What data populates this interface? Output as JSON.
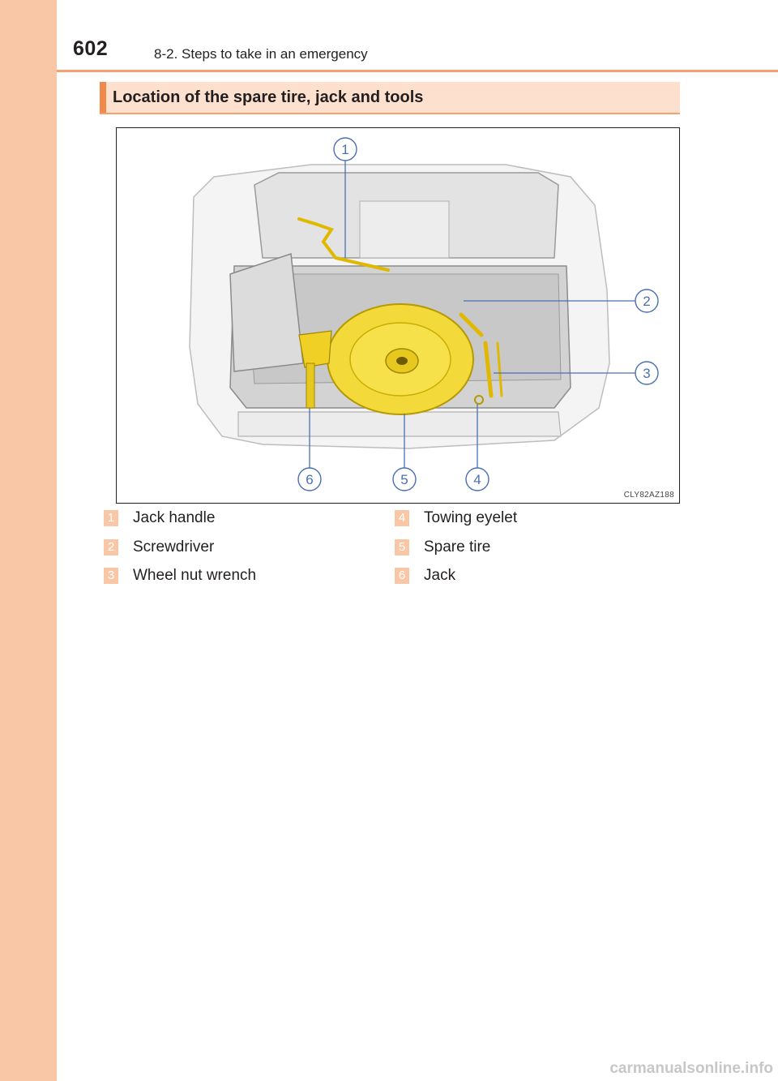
{
  "header": {
    "page_number": "602",
    "title": "8-2. Steps to take in an emergency"
  },
  "section": {
    "heading": "Location of the spare tire, jack and tools"
  },
  "figure": {
    "code": "CLY82AZ188",
    "callouts": [
      "1",
      "2",
      "3",
      "4",
      "5",
      "6"
    ],
    "colors": {
      "tool_yellow": "#f4dc2c",
      "tire_yellow": "#f7e14a",
      "trunk_gray": "#d9d9d9",
      "callout_line": "#4a6fb3"
    }
  },
  "legend": {
    "items": [
      {
        "num": "1",
        "label": "Jack handle"
      },
      {
        "num": "2",
        "label": "Screwdriver"
      },
      {
        "num": "3",
        "label": "Wheel nut wrench"
      },
      {
        "num": "4",
        "label": "Towing eyelet"
      },
      {
        "num": "5",
        "label": "Spare tire"
      },
      {
        "num": "6",
        "label": "Jack"
      }
    ]
  },
  "watermark": "carmanualsonline.info"
}
